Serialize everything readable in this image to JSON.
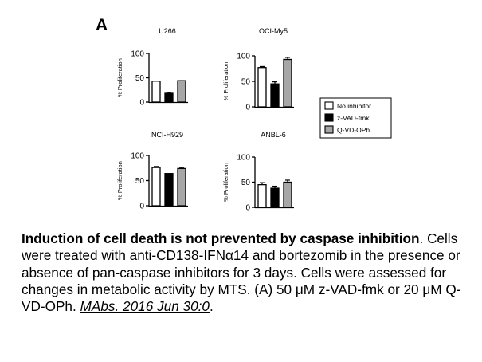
{
  "figure": {
    "panel_label": "A",
    "legend": [
      {
        "label": "No inhibitor",
        "fill": "#ffffff"
      },
      {
        "label": "z-VAD-fmk",
        "fill": "#000000"
      },
      {
        "label": "Q-VD-OPh",
        "fill": "#a6a6a6"
      }
    ]
  },
  "chart_data": [
    {
      "type": "bar",
      "title": "U266",
      "ylabel": "% Proliferation",
      "ylim": [
        0,
        100
      ],
      "yticks": [
        0,
        50,
        100
      ],
      "series": [
        {
          "name": "No inhibitor",
          "values": [
            43
          ],
          "error": [
            0
          ]
        },
        {
          "name": "z-VAD-fmk",
          "values": [
            18
          ],
          "error": [
            2
          ]
        },
        {
          "name": "Q-VD-OPh",
          "values": [
            44
          ],
          "error": [
            0
          ]
        }
      ]
    },
    {
      "type": "bar",
      "title": "OCI-My5",
      "ylabel": "% Proliferation",
      "ylim": [
        0,
        100
      ],
      "yticks": [
        0,
        50,
        100
      ],
      "series": [
        {
          "name": "No inhibitor",
          "values": [
            77
          ],
          "error": [
            2
          ]
        },
        {
          "name": "z-VAD-fmk",
          "values": [
            45
          ],
          "error": [
            4
          ]
        },
        {
          "name": "Q-VD-OPh",
          "values": [
            93
          ],
          "error": [
            4
          ]
        }
      ]
    },
    {
      "type": "bar",
      "title": "NCI-H929",
      "ylabel": "% Proliferation",
      "ylim": [
        0,
        100
      ],
      "yticks": [
        0,
        50,
        100
      ],
      "series": [
        {
          "name": "No inhibitor",
          "values": [
            76
          ],
          "error": [
            2
          ]
        },
        {
          "name": "z-VAD-fmk",
          "values": [
            64
          ],
          "error": [
            0
          ]
        },
        {
          "name": "Q-VD-OPh",
          "values": [
            74
          ],
          "error": [
            2
          ]
        }
      ]
    },
    {
      "type": "bar",
      "title": "ANBL-6",
      "ylabel": "% Proliferation",
      "ylim": [
        0,
        100
      ],
      "yticks": [
        0,
        50,
        100
      ],
      "series": [
        {
          "name": "No inhibitor",
          "values": [
            45
          ],
          "error": [
            4
          ]
        },
        {
          "name": "z-VAD-fmk",
          "values": [
            38
          ],
          "error": [
            4
          ]
        },
        {
          "name": "Q-VD-OPh",
          "values": [
            50
          ],
          "error": [
            4
          ]
        }
      ]
    }
  ],
  "caption": {
    "bold": "Induction of cell death is not prevented by caspase inhibition",
    "text": ". Cells were treated with anti-CD138-IFNα14 and bortezomib in the presence or absence of pan-caspase inhibitors for 3 days. Cells were assessed for changes in metabolic activity by MTS. (A) 50 μM z-VAD-fmk or 20 μM Q-VD-OPh. ",
    "citation": "MAbs. 2016 Jun 30:0",
    "end": "."
  }
}
